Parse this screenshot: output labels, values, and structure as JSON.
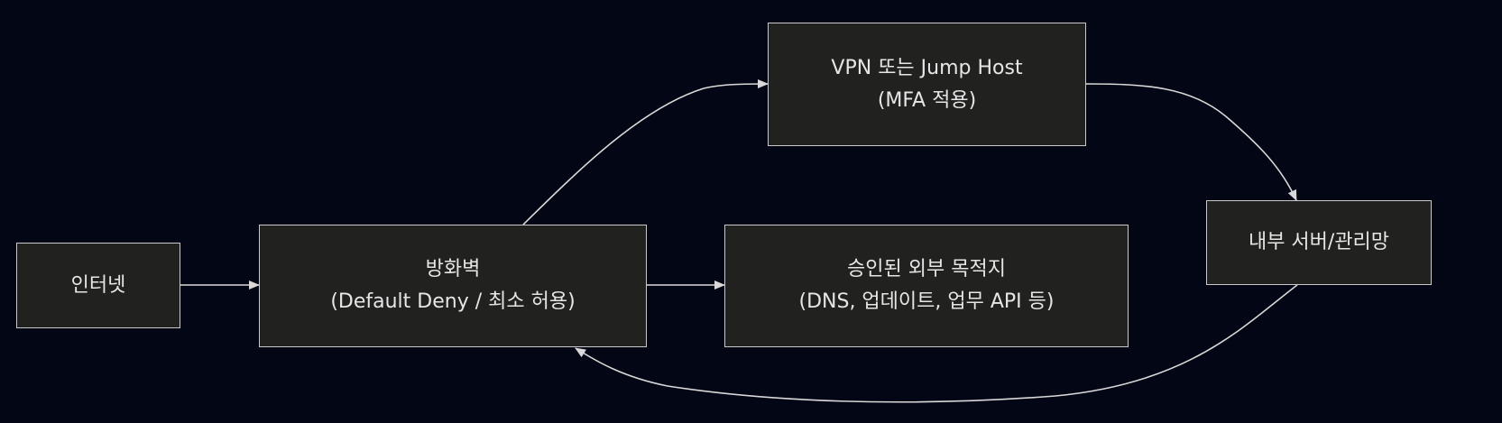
{
  "colors": {
    "background": "#030614",
    "node_fill": "#212220",
    "node_border": "#c9c9c9",
    "text": "#e6e6e6",
    "edge": "#d9d9d9"
  },
  "nodes": {
    "internet": {
      "lines": [
        "인터넷"
      ]
    },
    "firewall": {
      "lines": [
        "방화벽",
        "(Default Deny / 최소 허용)"
      ]
    },
    "vpn": {
      "lines": [
        "VPN 또는 Jump Host",
        "(MFA 적용)"
      ]
    },
    "external": {
      "lines": [
        "승인된 외부 목적지",
        "(DNS, 업데이트, 업무 API 등)"
      ]
    },
    "internal": {
      "lines": [
        "내부 서버/관리망"
      ]
    }
  },
  "edges": [
    {
      "from": "internet",
      "to": "firewall"
    },
    {
      "from": "firewall",
      "to": "vpn"
    },
    {
      "from": "vpn",
      "to": "internal"
    },
    {
      "from": "firewall",
      "to": "external"
    },
    {
      "from": "internal",
      "to": "firewall"
    }
  ]
}
